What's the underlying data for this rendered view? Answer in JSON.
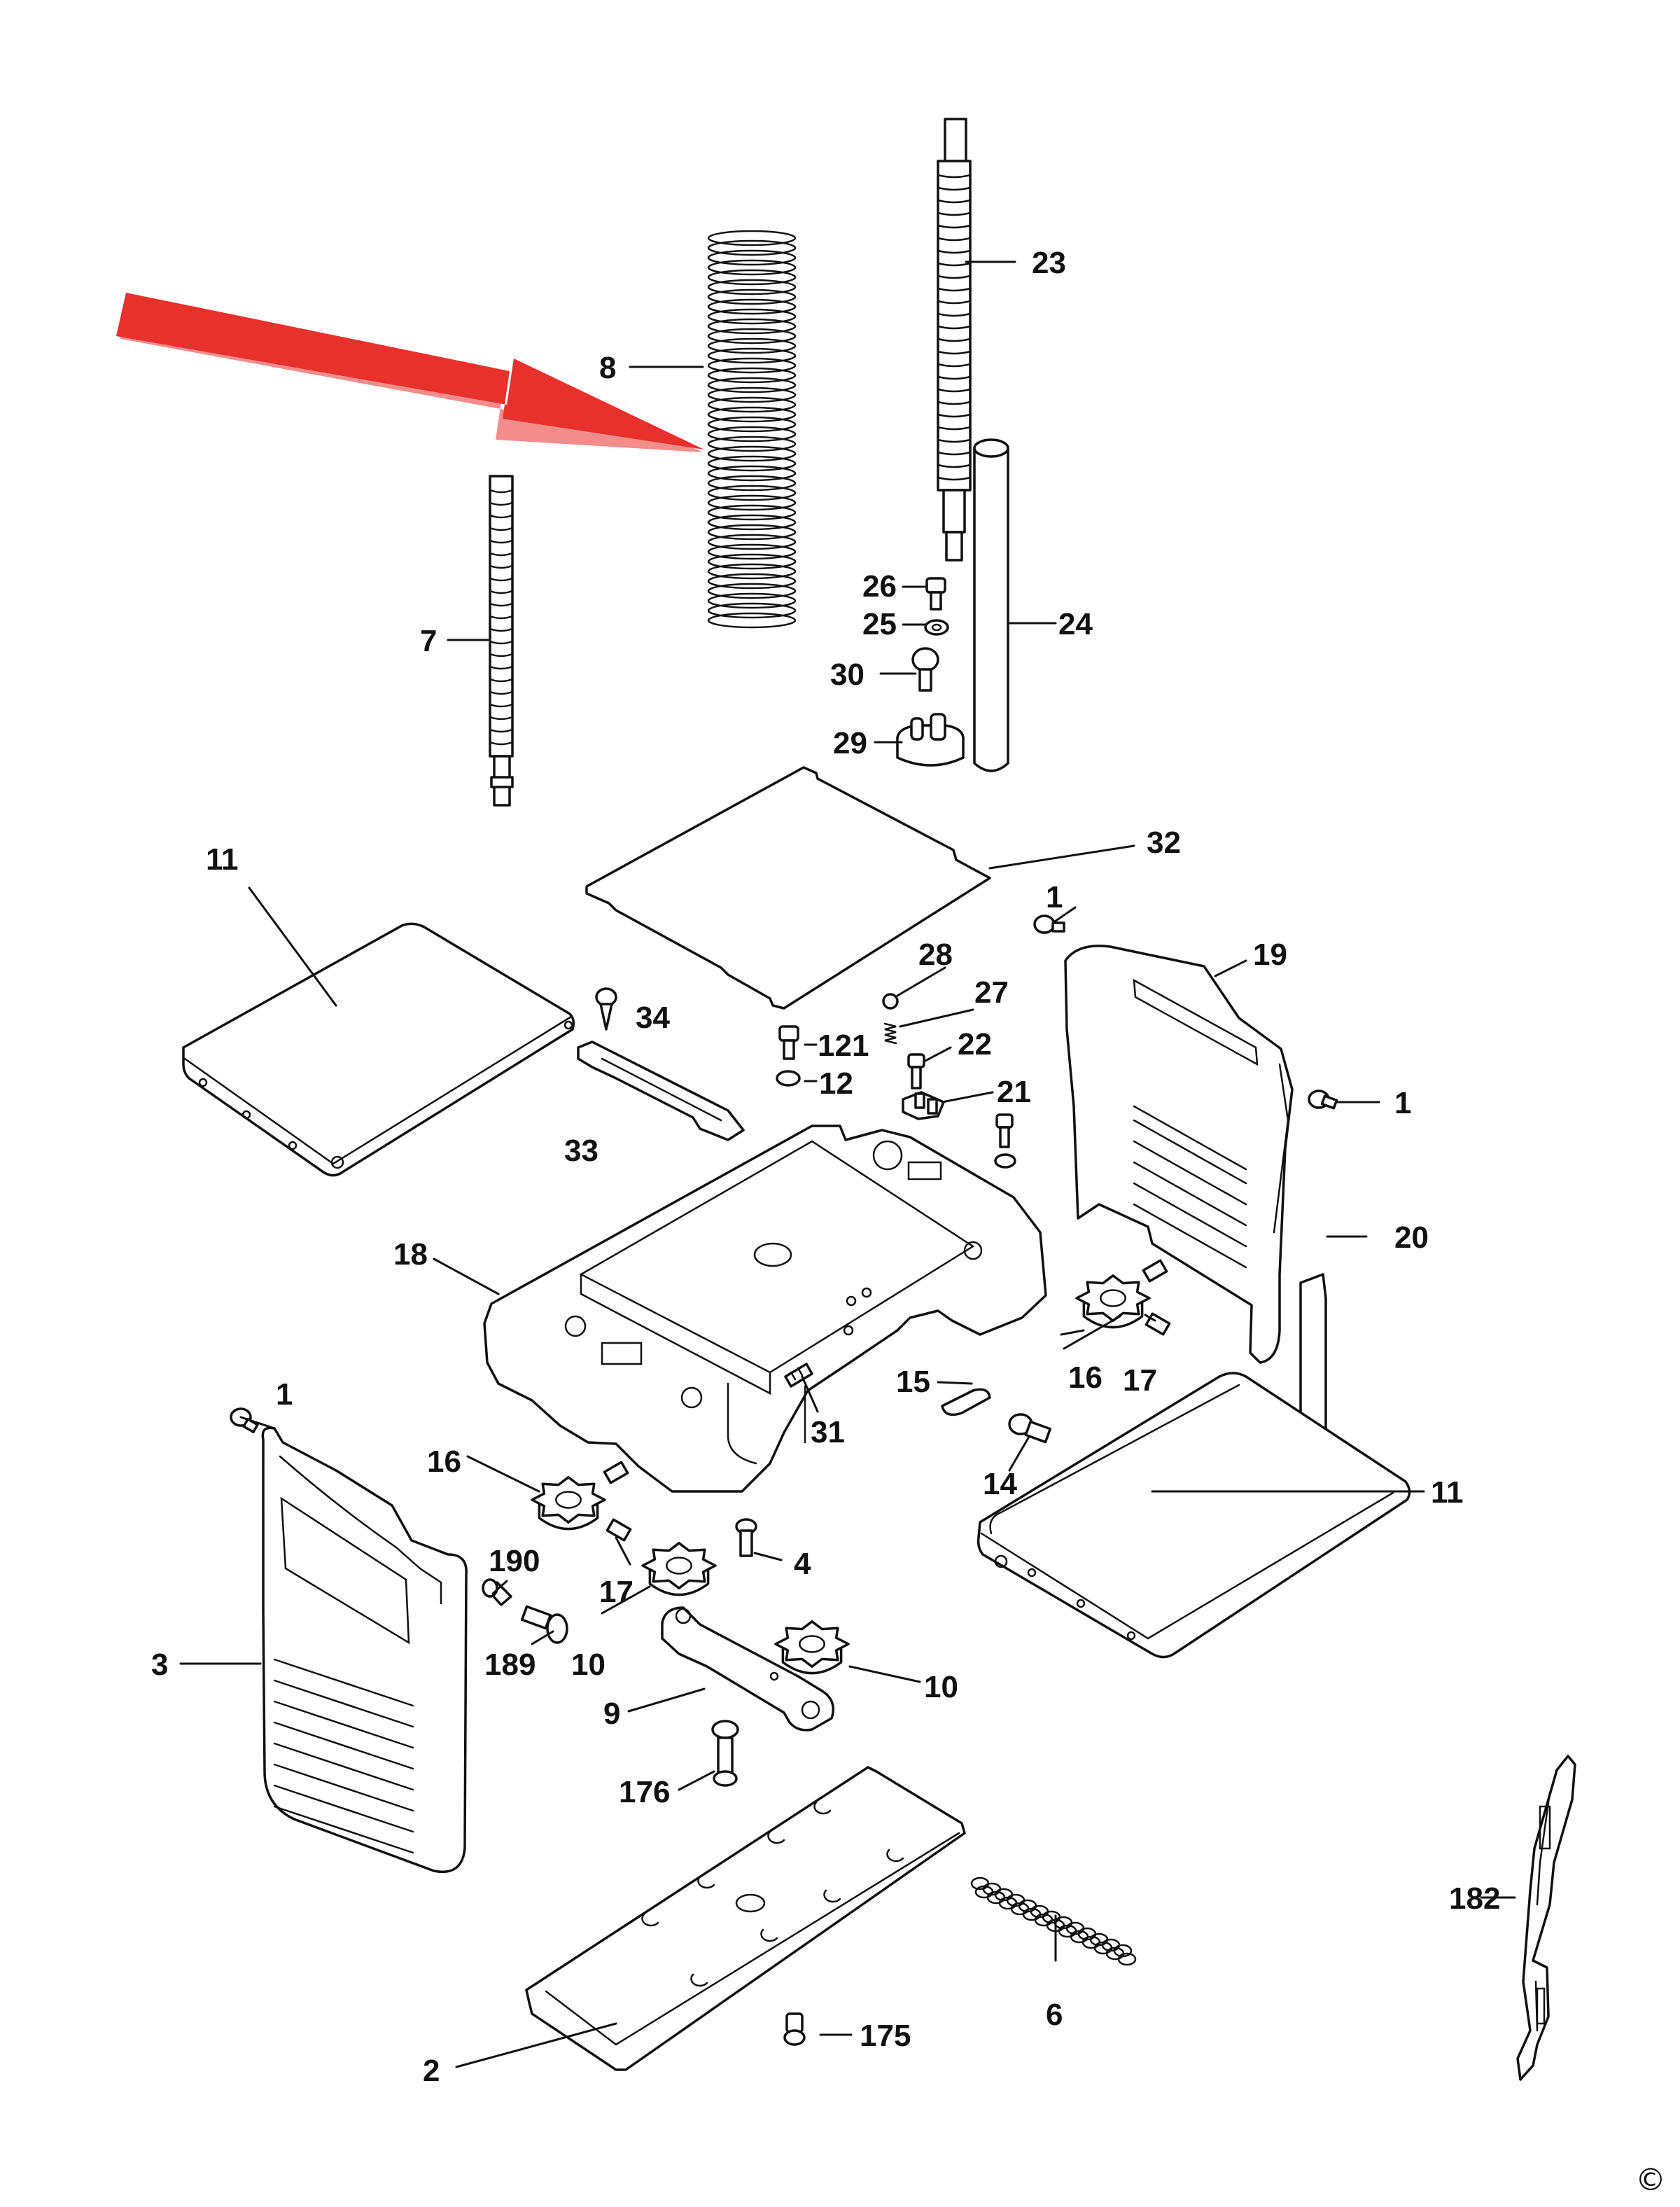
{
  "arrow_color": "#e8302c",
  "copyright_symbol": "©",
  "labels": [
    "1",
    "1",
    "1",
    "2",
    "3",
    "4",
    "6",
    "7",
    "8",
    "9",
    "10",
    "10",
    "11",
    "11",
    "12",
    "14",
    "15",
    "16",
    "16",
    "17",
    "17",
    "18",
    "19",
    "20",
    "21",
    "22",
    "23",
    "24",
    "25",
    "26",
    "27",
    "28",
    "29",
    "30",
    "31",
    "32",
    "33",
    "34",
    "121",
    "175",
    "176",
    "182",
    "189",
    "190"
  ]
}
